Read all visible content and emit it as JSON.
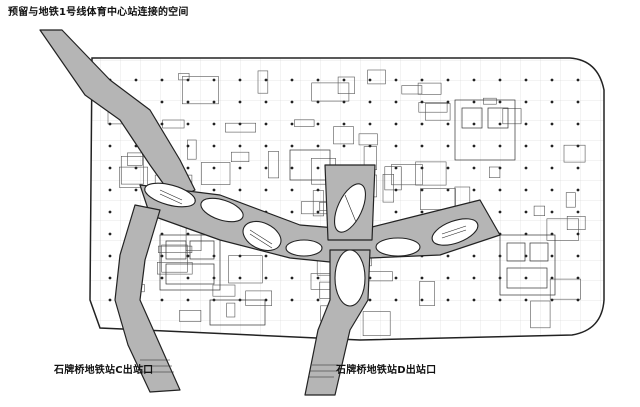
{
  "labels": {
    "top_reserved_space": "预留与地铁1号线体育中心站连接的空间",
    "exit_c": "石牌桥地铁站C出站口",
    "exit_d": "石牌桥地铁站D出站口"
  },
  "colors": {
    "passage": "#b5b5b5",
    "outline": "#222222",
    "linework": "#555555",
    "background": "#ffffff"
  }
}
